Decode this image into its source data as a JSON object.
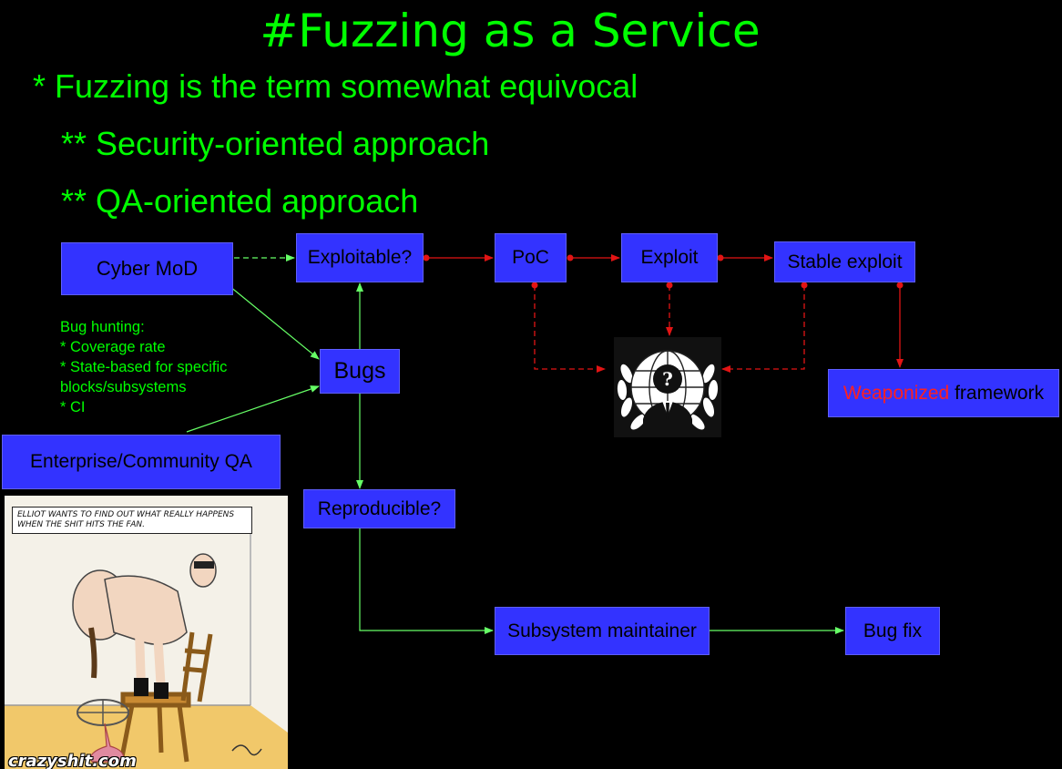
{
  "title": "#Fuzzing as a Service",
  "bullets": [
    "* Fuzzing is the term somewhat equivocal",
    "** Security-oriented approach",
    "** QA-oriented approach"
  ],
  "nodes": {
    "cyber_mod": "Cyber MoD",
    "exploitable": "Exploitable?",
    "poc": "PoC",
    "exploit": "Exploit",
    "stable_exploit": "Stable exploit",
    "bugs": "Bugs",
    "weaponized_red": "Weaponized",
    "weaponized_rest": " framework",
    "enterprise_qa": "Enterprise/Community QA",
    "reproducible": "Reproducible?",
    "subsystem_maintainer": "Subsystem maintainer",
    "bug_fix": "Bug fix"
  },
  "bug_hunting_notes": [
    "Bug hunting:",
    "* Coverage rate",
    "* State-based for specific",
    "blocks/subsystems",
    "* CI"
  ],
  "comic": {
    "caption": "Elliot wants to find out what really happens when the shit hits the fan.",
    "watermark": "crazyshit.com"
  },
  "colors": {
    "text_green": "#00ff00",
    "box_blue": "#3333ff",
    "arrow_red": "#e21414",
    "arrow_green": "#66ff66",
    "weaponized_red": "#ff2020"
  },
  "icons": {
    "anonymous_logo": "anonymous-logo-icon"
  }
}
